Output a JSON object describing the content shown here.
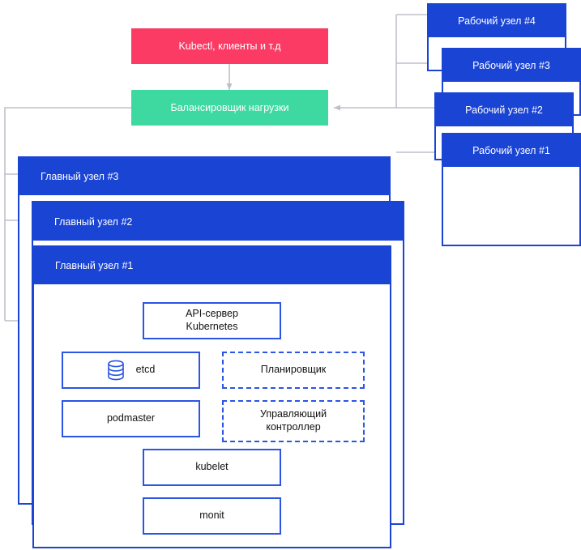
{
  "diagram": {
    "title": "Kubernetes high-availability cluster architecture",
    "colors": {
      "clients_box": "#FB3B64",
      "load_balancer_box": "#3DD9A0",
      "node_header_blue": "#1A44D4",
      "component_border_blue": "#2A55E5",
      "connector_gray": "#BFBFCB",
      "text_light": "#FFFFFF",
      "text_dark": "#111111"
    }
  },
  "clients": {
    "label": "Kubectl, клиенты и т.д"
  },
  "load_balancer": {
    "label": "Балансировщик нагрузки"
  },
  "worker_nodes": [
    {
      "label": "Рабочий узел #4"
    },
    {
      "label": "Рабочий узел #3"
    },
    {
      "label": "Рабочий узел #2"
    },
    {
      "label": "Рабочий узел #1"
    }
  ],
  "master_nodes": [
    {
      "label": "Главный узел #3"
    },
    {
      "label": "Главный узел #2"
    },
    {
      "label": "Главный узел #1"
    }
  ],
  "master_components": [
    {
      "id": "api-server",
      "label": "API-сервер\nKubernetes",
      "line1": "API-сервер",
      "line2": "Kubernetes",
      "style": "solid"
    },
    {
      "id": "etcd",
      "label": "etcd",
      "style": "solid",
      "icon": "database-icon"
    },
    {
      "id": "scheduler",
      "label": "Планировщик",
      "style": "dashed"
    },
    {
      "id": "podmaster",
      "label": "podmaster",
      "style": "solid"
    },
    {
      "id": "controller-manager",
      "line1": "Управляющий",
      "line2": "контроллер",
      "label": "Управляющий контроллер",
      "style": "dashed"
    },
    {
      "id": "kubelet",
      "label": "kubelet",
      "style": "solid"
    },
    {
      "id": "monit",
      "label": "monit",
      "style": "solid"
    }
  ],
  "connections": [
    {
      "from": "clients",
      "to": "load_balancer"
    },
    {
      "from": "worker_nodes",
      "to": "load_balancer"
    },
    {
      "from": "load_balancer",
      "to": "master_nodes"
    },
    {
      "from": "load_balancer",
      "to": "api-server"
    },
    {
      "from": "api-server",
      "to": "etcd"
    },
    {
      "from": "podmaster",
      "to": "etcd"
    },
    {
      "from": "podmaster",
      "to": "scheduler"
    },
    {
      "from": "podmaster",
      "to": "controller-manager"
    },
    {
      "from": "scheduler",
      "to": "api-server"
    },
    {
      "from": "controller-manager",
      "to": "api-server"
    }
  ]
}
